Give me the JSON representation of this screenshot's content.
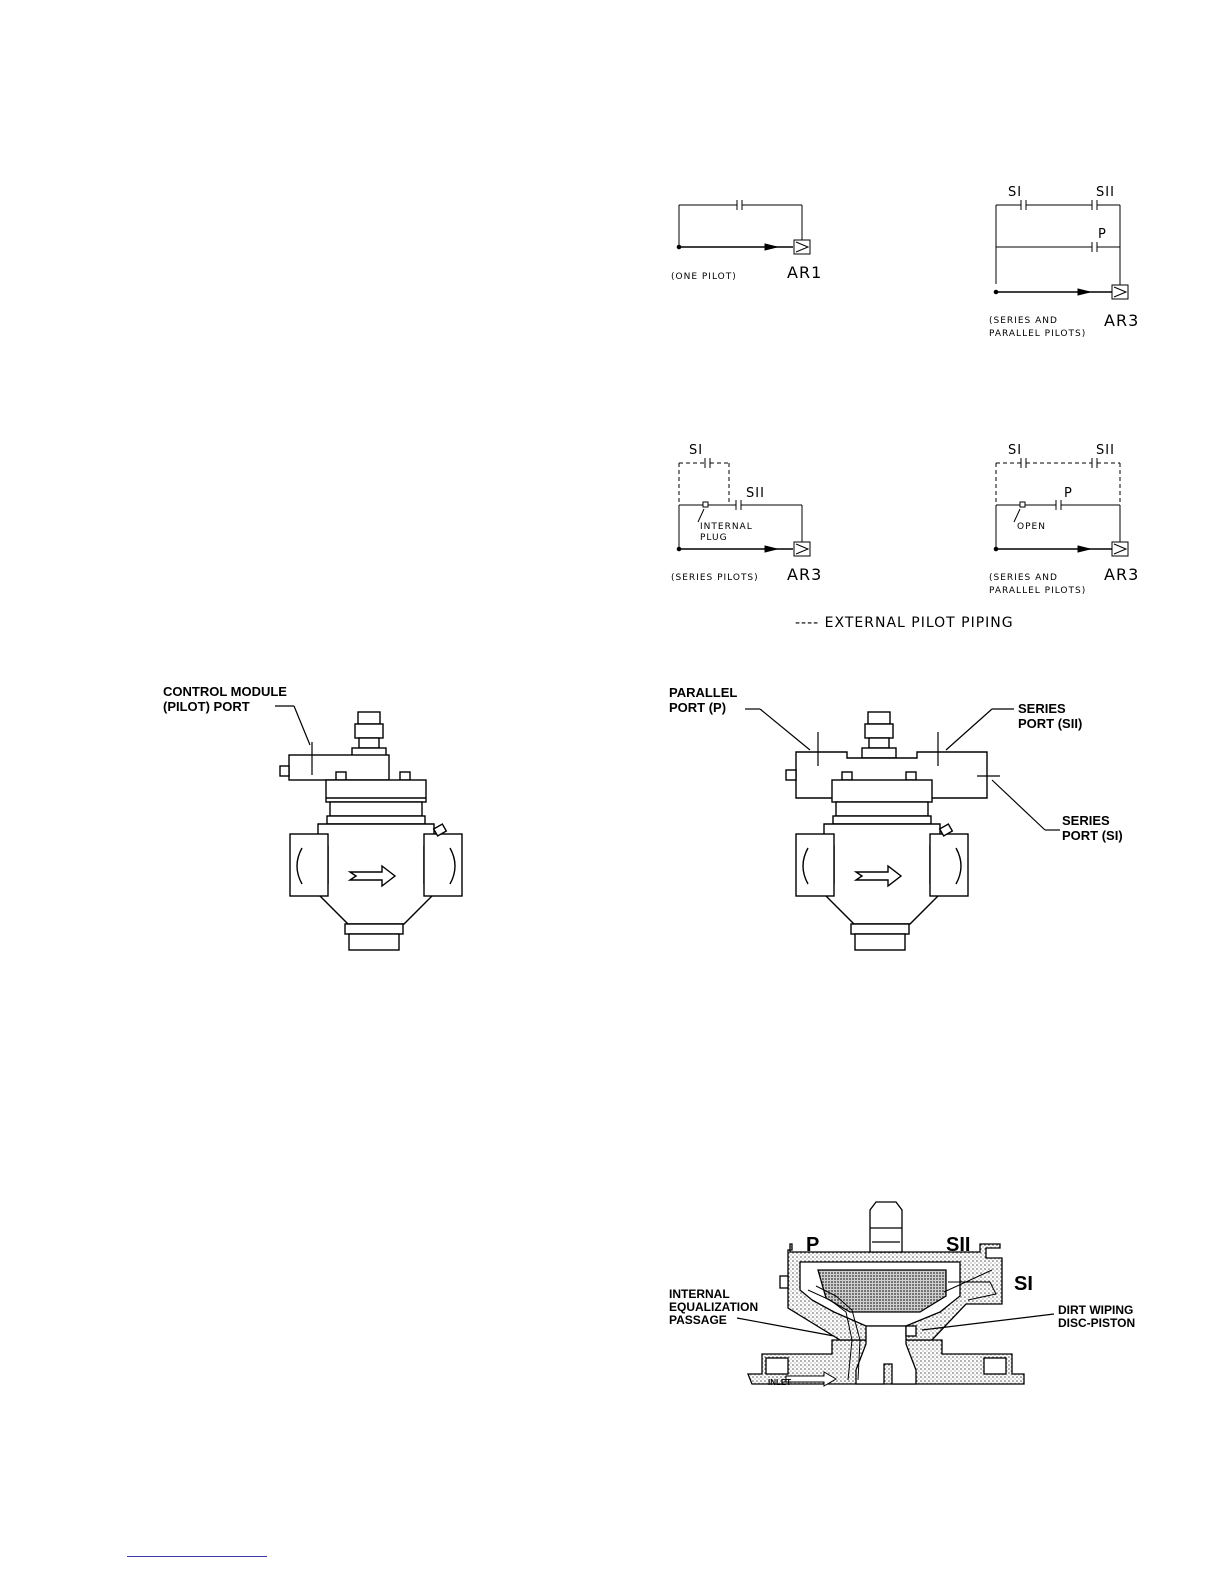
{
  "schematics": {
    "one_pilot": {
      "caption": "(ONE PILOT)",
      "model": "AR1"
    },
    "series_parallel_top": {
      "si": "SI",
      "sii": "SII",
      "p": "P",
      "caption_1": "(SERIES AND",
      "caption_2": "PARALLEL PILOTS)",
      "model": "AR3"
    },
    "series": {
      "si": "SI",
      "sii": "SII",
      "plug_1": "INTERNAL",
      "plug_2": "PLUG",
      "caption": "(SERIES PILOTS)",
      "model": "AR3"
    },
    "series_parallel_bottom": {
      "si": "SI",
      "sii": "SII",
      "p": "P",
      "open": "OPEN",
      "caption_1": "(SERIES AND",
      "caption_2": "PARALLEL PILOTS)",
      "model": "AR3"
    },
    "legend": "---- EXTERNAL PILOT PIPING"
  },
  "valve_left": {
    "label_1": "CONTROL MODULE",
    "label_2": "(PILOT) PORT"
  },
  "valve_right": {
    "parallel_1": "PARALLEL",
    "parallel_2": "PORT (P)",
    "series_sii_1": "SERIES",
    "series_sii_2": "PORT (SII)",
    "series_si_1": "SERIES",
    "series_si_2": "PORT (SI)"
  },
  "cutaway": {
    "p": "P",
    "sii": "SII",
    "si": "SI",
    "passage_1": "INTERNAL",
    "passage_2": "EQUALIZATION",
    "passage_3": "PASSAGE",
    "disc_1": "DIRT WIPING",
    "disc_2": "DISC-PISTON",
    "inlet": "INLET"
  }
}
